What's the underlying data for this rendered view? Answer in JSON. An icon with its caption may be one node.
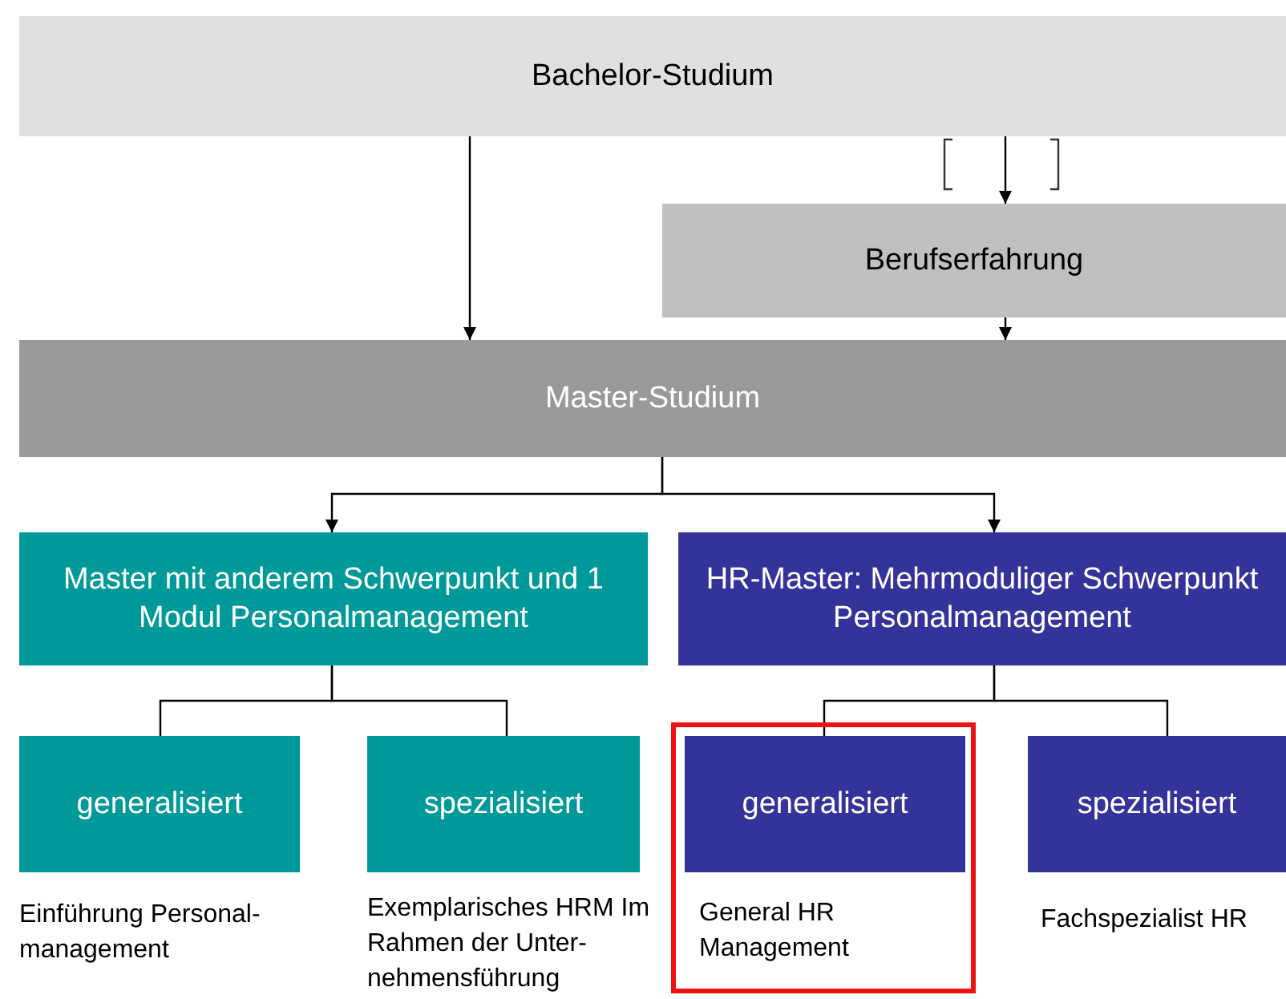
{
  "diagram": {
    "nodes": [
      {
        "text": [
          "Bachelor-Studium"
        ]
      },
      {
        "text": [
          "Berufserfahrung"
        ]
      },
      {
        "text": [
          "Master-Studium"
        ]
      },
      {
        "text": [
          "Master mit anderem Schwerpunkt und 1 Modul Personalmanagement"
        ]
      },
      {
        "text": [
          "HR-Master: Mehrmoduliger Schwerpunkt Personalmanagement"
        ]
      },
      {
        "text": [
          "generalisiert"
        ],
        "beside": [
          "Einführung Personal- management"
        ]
      },
      {
        "text": [
          "spezialisiert"
        ],
        "beside": [
          "Exemplarisches HRM Im Rahmen der Unter- nehmensführung"
        ]
      },
      {
        "text": [
          "generalisiert"
        ],
        "beside": [
          "General HR Management"
        ]
      },
      {
        "text": [
          "spezialisiert"
        ],
        "beside": [
          "Fachspezialist HR"
        ]
      }
    ],
    "edges": [
      {
        "from": 0,
        "to": 2,
        "arrow": "to"
      },
      {
        "from": 0,
        "to": 1,
        "arrow": "to"
      },
      {
        "from": 1,
        "to": 2,
        "arrow": "to"
      },
      {
        "from": 2,
        "to": 3,
        "arrow": "to"
      },
      {
        "from": 2,
        "to": 4,
        "arrow": "to"
      },
      {
        "from": 3,
        "to": 5,
        "arrow": "none"
      },
      {
        "from": 3,
        "to": 6,
        "arrow": "none"
      },
      {
        "from": 4,
        "to": 7,
        "arrow": "none"
      },
      {
        "from": 4,
        "to": 8,
        "arrow": "none"
      }
    ]
  }
}
